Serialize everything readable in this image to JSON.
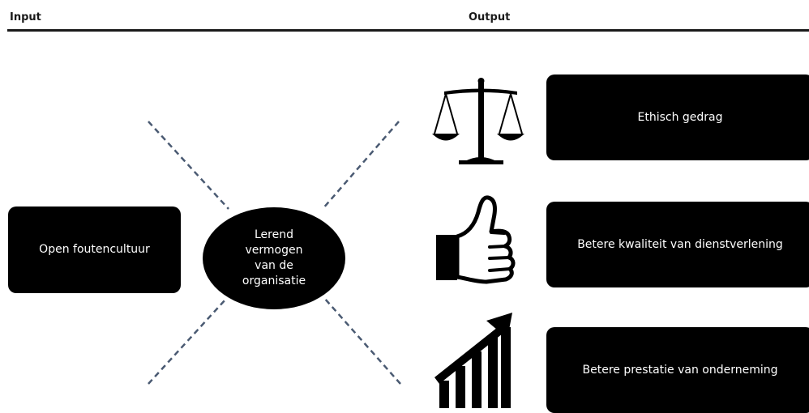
{
  "header": {
    "input_label": "Input",
    "output_label": "Output"
  },
  "input": {
    "label": "Open foutencultuur"
  },
  "center": {
    "lines": [
      "Lerend",
      "vermogen",
      "van de",
      "organisatie"
    ]
  },
  "outputs": [
    {
      "icon": "scales-icon",
      "label": "Ethisch gedrag"
    },
    {
      "icon": "thumbs-up-icon",
      "label": "Betere kwaliteit van dienstverlening"
    },
    {
      "icon": "growth-chart-icon",
      "label": "Betere prestatie van onderneming"
    }
  ],
  "colors": {
    "box_fill": "#000000",
    "box_text": "#ffffff",
    "connector": "#4a5a72"
  }
}
